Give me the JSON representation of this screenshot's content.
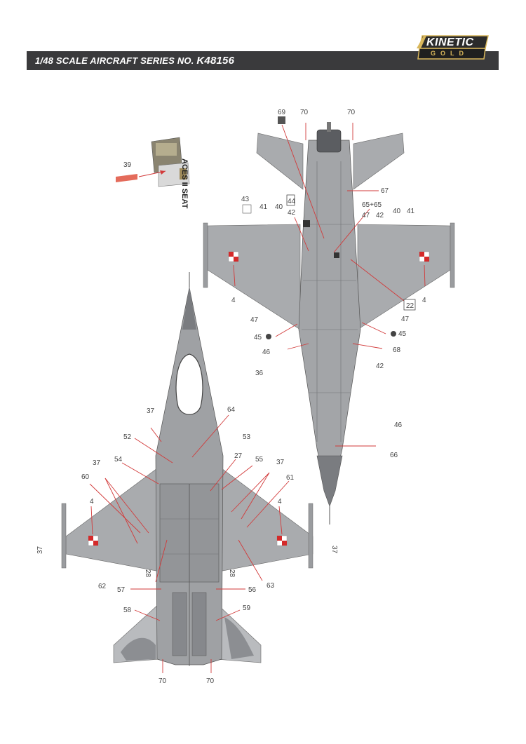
{
  "header": {
    "prefix": "1/48 SCALE  AIRCRAFT  SERIES NO.",
    "series_code": "K48156"
  },
  "logo": {
    "brand": "KINETIC",
    "line": "GOLD"
  },
  "seat": {
    "label": "ACES II SEAT",
    "number": "39"
  },
  "callouts": {
    "c69": "69",
    "c70": "70",
    "c67": "67",
    "c6565": "65+65",
    "c44": "44",
    "c43": "43",
    "c41": "41",
    "c40": "40",
    "c42": "42",
    "c47": "47",
    "c4": "4",
    "c22": "22",
    "c45": "45",
    "c46": "46",
    "c68": "68",
    "c36": "36",
    "c66": "66",
    "c37": "37",
    "c64": "64",
    "c52": "52",
    "c53": "53",
    "c54": "54",
    "c27": "27",
    "c55": "55",
    "c60": "60",
    "c61": "61",
    "c62": "62",
    "c57": "57",
    "c56": "56",
    "c63": "63",
    "c58": "58",
    "c59": "59",
    "c28": "28"
  },
  "colors": {
    "header_bg": "#3a3a3c",
    "airframe": "#a9abae",
    "nose": "#7a7c80",
    "leader": "#d23a3a",
    "gold": "#d9b75b"
  }
}
